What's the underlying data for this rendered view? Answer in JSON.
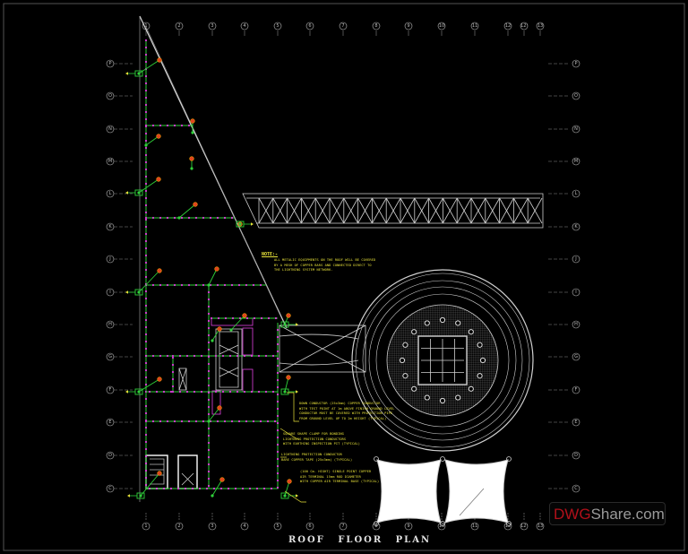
{
  "drawing": {
    "title": "ROOF FLOOR PLAN",
    "columns": [
      "1",
      "2",
      "3",
      "4",
      "5",
      "6",
      "7",
      "8",
      "9",
      "10",
      "11",
      "12",
      "12'",
      "13"
    ],
    "rows": [
      "P",
      "O",
      "N",
      "M",
      "L",
      "K",
      "J",
      "I",
      "H",
      "G",
      "F",
      "E",
      "D",
      "C"
    ],
    "notes": {
      "title": "NOTE:-",
      "lines": [
        "ALL METALIC EQUIPMENTS ON THE ROOF WILL BE COVERED",
        "BY A MESH OF COPPER BARS AND CONNECTED DIRECT TO",
        "THE LIGHTNING SYSTEM NETWORK."
      ]
    },
    "callouts": {
      "down_conductor": [
        "DOWN CONDUCTOR (25x3mm) COPPER CONDUCTOR",
        "WITH TEST POINT AT 1m ABOVE FINISH GROUND LEVEL",
        "CONDUCTOR MUST BE COVERED WITH PROTECTION PIPE",
        "FROM GROUND LEVEL UP TO 2m HEIGHT (TYPICAL)"
      ],
      "clamp": [
        "SQUARE SHAPE CLAMP FOR BONDING",
        "LIGHTNING PROTECTION CONDUCTORS",
        "WITH EARTHING INSPECTION PIT (TYPICAL)"
      ],
      "conductor": [
        "LIGHTNING PROTECTION CONDUCTOR",
        "BARE COPPER TAPE (25x3mm) (TYPICAL)"
      ],
      "air_terminal": [
        "(100 Cm. HIGHT) SINGLE POINT COPPER",
        "AIR TERMINAL 15mm ROD DIAMETER",
        "WITH COPPER AIR TERMINAL BASE (TYPICAL)"
      ]
    },
    "colors": {
      "background": "#000000",
      "conductor": "#2fd13a",
      "conductor_dots": "#e040e0",
      "air_terminal": "#e0461e",
      "text": "#e8e23a",
      "lines": "#c8c8c8"
    }
  },
  "watermark": {
    "part1": "DWG",
    "part2": "Share.com"
  }
}
